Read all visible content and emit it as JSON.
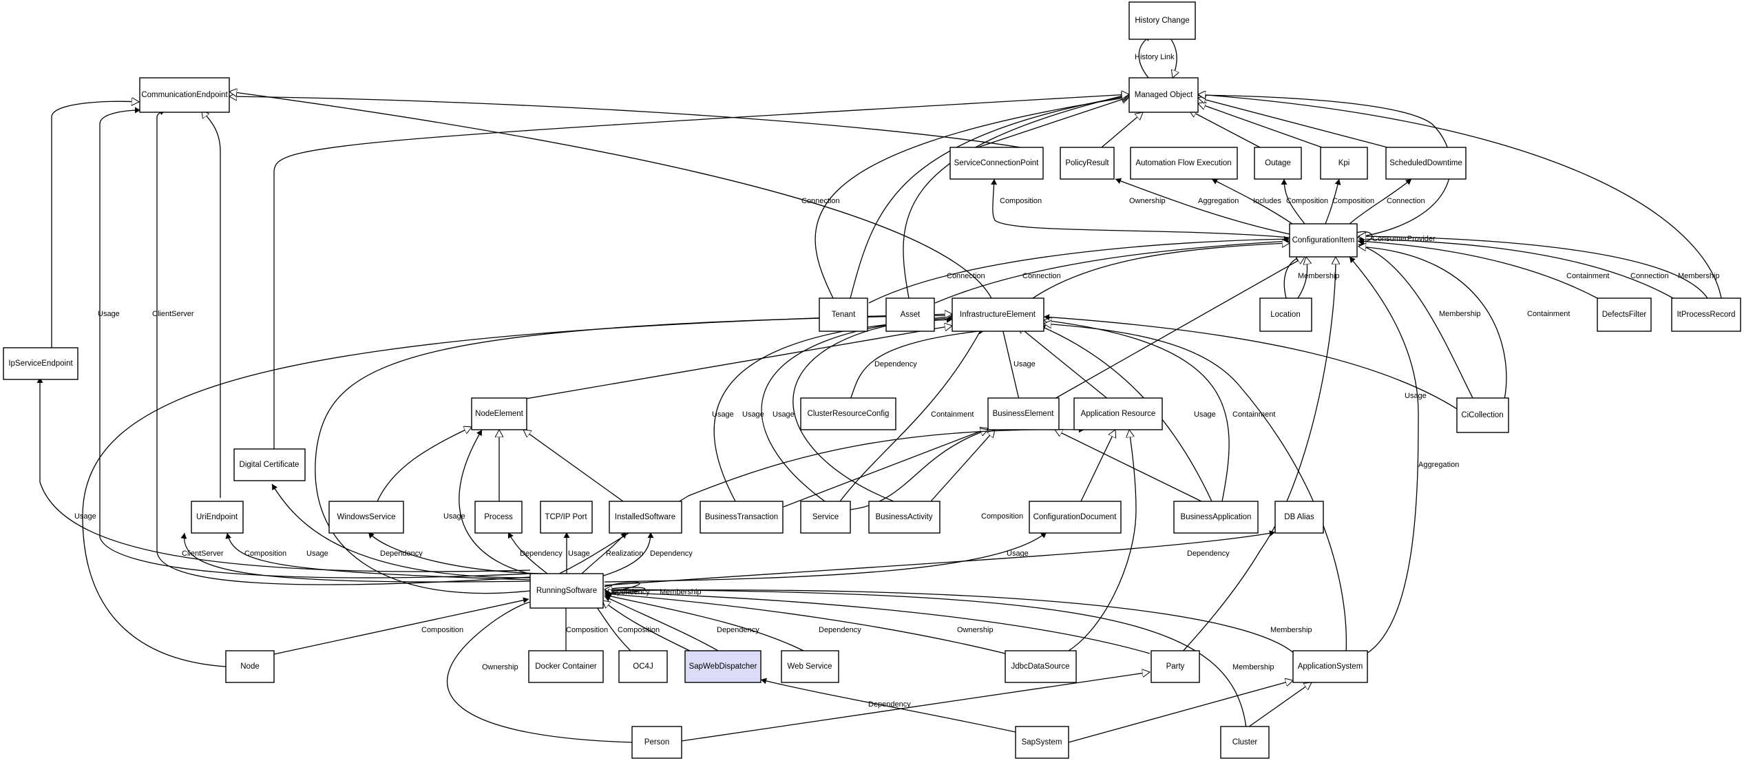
{
  "nodes": [
    {
      "id": "history-change",
      "label": "History Change"
    },
    {
      "id": "managed-object",
      "label": "Managed Object"
    },
    {
      "id": "communication-endpoint",
      "label": "CommunicationEndpoint"
    },
    {
      "id": "service-connection-point",
      "label": "ServiceConnectionPoint"
    },
    {
      "id": "policy-result",
      "label": "PolicyResult"
    },
    {
      "id": "automation-flow-execution",
      "label": "Automation Flow Execution"
    },
    {
      "id": "outage",
      "label": "Outage"
    },
    {
      "id": "kpi",
      "label": "Kpi"
    },
    {
      "id": "scheduled-downtime",
      "label": "ScheduledDowntime"
    },
    {
      "id": "configuration-item",
      "label": "ConfigurationItem"
    },
    {
      "id": "tenant",
      "label": "Tenant"
    },
    {
      "id": "asset",
      "label": "Asset"
    },
    {
      "id": "infrastructure-element",
      "label": "InfrastructureElement"
    },
    {
      "id": "location",
      "label": "Location"
    },
    {
      "id": "defects-filter",
      "label": "DefectsFilter"
    },
    {
      "id": "it-process-record",
      "label": "ItProcessRecord"
    },
    {
      "id": "ip-service-endpoint",
      "label": "IpServiceEndpoint"
    },
    {
      "id": "node-element",
      "label": "NodeElement"
    },
    {
      "id": "cluster-resource-config",
      "label": "ClusterResourceConfig"
    },
    {
      "id": "business-element",
      "label": "BusinessElement"
    },
    {
      "id": "application-resource",
      "label": "Application Resource"
    },
    {
      "id": "ci-collection",
      "label": "CiCollection"
    },
    {
      "id": "digital-certificate",
      "label": "Digital Certificate"
    },
    {
      "id": "uri-endpoint",
      "label": "UriEndpoint"
    },
    {
      "id": "windows-service",
      "label": "WindowsService"
    },
    {
      "id": "process",
      "label": "Process"
    },
    {
      "id": "tcp-ip-port",
      "label": "TCP/IP Port"
    },
    {
      "id": "installed-software",
      "label": "InstalledSoftware"
    },
    {
      "id": "business-transaction",
      "label": "BusinessTransaction"
    },
    {
      "id": "service",
      "label": "Service"
    },
    {
      "id": "business-activity",
      "label": "BusinessActivity"
    },
    {
      "id": "configuration-document",
      "label": "ConfigurationDocument"
    },
    {
      "id": "business-application",
      "label": "BusinessApplication"
    },
    {
      "id": "db-alias",
      "label": "DB Alias"
    },
    {
      "id": "running-software",
      "label": "RunningSoftware"
    },
    {
      "id": "node",
      "label": "Node"
    },
    {
      "id": "docker-container",
      "label": "Docker Container"
    },
    {
      "id": "oc4j",
      "label": "OC4J"
    },
    {
      "id": "sap-web-dispatcher",
      "label": "SapWebDispatcher"
    },
    {
      "id": "web-service",
      "label": "Web Service"
    },
    {
      "id": "jdbc-data-source",
      "label": "JdbcDataSource"
    },
    {
      "id": "party",
      "label": "Party"
    },
    {
      "id": "application-system",
      "label": "ApplicationSystem"
    },
    {
      "id": "person",
      "label": "Person"
    },
    {
      "id": "sap-system",
      "label": "SapSystem"
    },
    {
      "id": "cluster",
      "label": "Cluster"
    }
  ],
  "edge_labels": [
    {
      "id": "history-link",
      "text": "History Link"
    },
    {
      "id": "ci-connection-tenant",
      "text": "Connection"
    },
    {
      "id": "ci-composition-scp",
      "text": "Composition"
    },
    {
      "id": "ci-ownership-policy",
      "text": "Ownership"
    },
    {
      "id": "ci-aggregation-afe",
      "text": "Aggregation"
    },
    {
      "id": "ci-includes",
      "text": "Includes"
    },
    {
      "id": "ci-composition-outage",
      "text": "Composition"
    },
    {
      "id": "ci-composition-kpi",
      "text": "Composition"
    },
    {
      "id": "ci-connection-sd",
      "text": "Connection"
    },
    {
      "id": "ci-consumer-provider",
      "text": "ConsumerProvider"
    },
    {
      "id": "ci-connection-1",
      "text": "Connection"
    },
    {
      "id": "ci-connection-2",
      "text": "Connection"
    },
    {
      "id": "ci-membership-loc",
      "text": "Membership"
    },
    {
      "id": "ci-containment-df",
      "text": "Containment"
    },
    {
      "id": "ci-connection-ipr",
      "text": "Connection"
    },
    {
      "id": "ci-membership-ipr",
      "text": "Membership"
    },
    {
      "id": "ci-membership-cc",
      "text": "Membership"
    },
    {
      "id": "ci-containment-cc",
      "text": "Containment"
    },
    {
      "id": "ie-dependency-crc",
      "text": "Dependency"
    },
    {
      "id": "ie-usage-be",
      "text": "Usage"
    },
    {
      "id": "ie-usage-bt",
      "text": "Usage"
    },
    {
      "id": "ie-usage-svc",
      "text": "Usage"
    },
    {
      "id": "ie-usage-ba",
      "text": "Usage"
    },
    {
      "id": "ie-containment-svc",
      "text": "Containment"
    },
    {
      "id": "ie-usage-bapp",
      "text": "Usage"
    },
    {
      "id": "ie-containment-bapp",
      "text": "Containment"
    },
    {
      "id": "ie-usage-cc",
      "text": "Usage"
    },
    {
      "id": "ci-aggregation-as",
      "text": "Aggregation"
    },
    {
      "id": "ce-usage",
      "text": "Usage"
    },
    {
      "id": "ce-clientserver",
      "text": "ClientServer"
    },
    {
      "id": "ipse-usage",
      "text": "Usage"
    },
    {
      "id": "rs-usage-ne",
      "text": "Usage"
    },
    {
      "id": "rs-clientserver-uri",
      "text": "ClientServer"
    },
    {
      "id": "rs-composition-uri",
      "text": "Composition"
    },
    {
      "id": "rs-usage-dc",
      "text": "Usage"
    },
    {
      "id": "rs-dependency-ws",
      "text": "Dependency"
    },
    {
      "id": "rs-dependency-proc",
      "text": "Dependency"
    },
    {
      "id": "rs-usage-tcp",
      "text": "Usage"
    },
    {
      "id": "rs-realization",
      "text": "Realization"
    },
    {
      "id": "rs-dependency-is",
      "text": "Dependency"
    },
    {
      "id": "rs-composition-ar",
      "text": "Composition"
    },
    {
      "id": "rs-usage-cd",
      "text": "Usage"
    },
    {
      "id": "rs-dependency-db",
      "text": "Dependency"
    },
    {
      "id": "rs-dependency-self",
      "text": "Dependency"
    },
    {
      "id": "rs-membership-self",
      "text": "Membership"
    },
    {
      "id": "rs-composition-node",
      "text": "Composition"
    },
    {
      "id": "rs-composition-docker",
      "text": "Composition"
    },
    {
      "id": "rs-composition-oc4j",
      "text": "Composition"
    },
    {
      "id": "rs-dependency-swd",
      "text": "Dependency"
    },
    {
      "id": "rs-dependency-websvc",
      "text": "Dependency"
    },
    {
      "id": "rs-ownership-party",
      "text": "Ownership"
    },
    {
      "id": "rs-membership-as",
      "text": "Membership"
    },
    {
      "id": "rs-membership-cluster",
      "text": "Membership"
    },
    {
      "id": "rs-ownership-person",
      "text": "Ownership"
    },
    {
      "id": "sap-dependency",
      "text": "Dependency"
    }
  ]
}
